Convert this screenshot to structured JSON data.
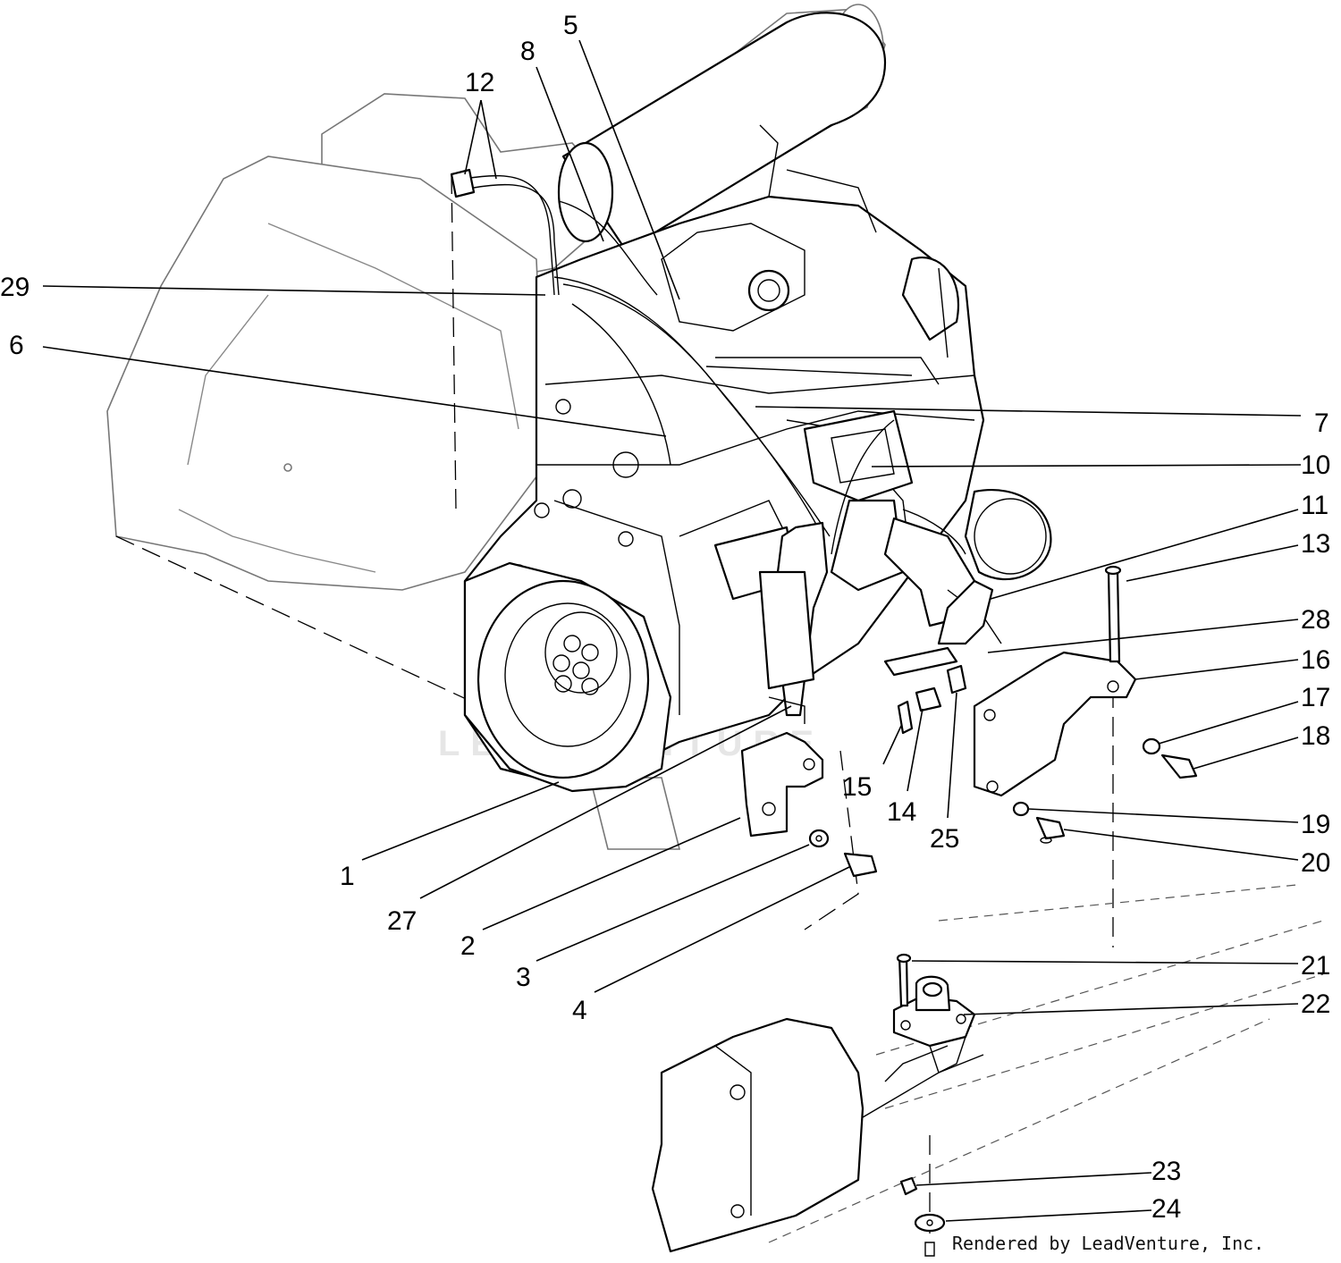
{
  "diagram": {
    "credit": "Rendered by LeadVenture, Inc.",
    "watermark": "LEADVENTURE",
    "callouts": [
      {
        "id": "c1",
        "label": "1"
      },
      {
        "id": "c2",
        "label": "2"
      },
      {
        "id": "c3",
        "label": "3"
      },
      {
        "id": "c4",
        "label": "4"
      },
      {
        "id": "c5",
        "label": "5"
      },
      {
        "id": "c6",
        "label": "6"
      },
      {
        "id": "c7",
        "label": "7"
      },
      {
        "id": "c8",
        "label": "8"
      },
      {
        "id": "c10",
        "label": "10"
      },
      {
        "id": "c11",
        "label": "11"
      },
      {
        "id": "c12",
        "label": "12"
      },
      {
        "id": "c13",
        "label": "13"
      },
      {
        "id": "c14",
        "label": "14"
      },
      {
        "id": "c15",
        "label": "15"
      },
      {
        "id": "c16",
        "label": "16"
      },
      {
        "id": "c17",
        "label": "17"
      },
      {
        "id": "c18",
        "label": "18"
      },
      {
        "id": "c19",
        "label": "19"
      },
      {
        "id": "c20",
        "label": "20"
      },
      {
        "id": "c21",
        "label": "21"
      },
      {
        "id": "c22",
        "label": "22"
      },
      {
        "id": "c23",
        "label": "23"
      },
      {
        "id": "c24",
        "label": "24"
      },
      {
        "id": "c25",
        "label": "25"
      },
      {
        "id": "c27",
        "label": "27"
      },
      {
        "id": "c28",
        "label": "28"
      },
      {
        "id": "c29",
        "label": "29"
      }
    ]
  }
}
